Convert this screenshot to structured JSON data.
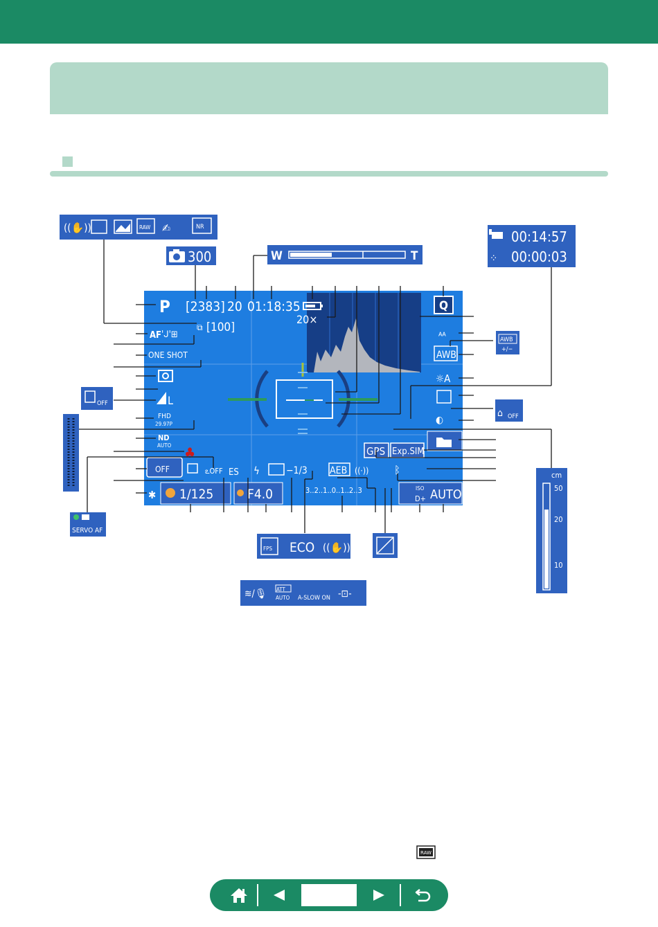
{
  "colors": {
    "brand": "#1b8a64",
    "title_band": "#b3d9c9",
    "screen": "#1e7de0",
    "icon_panel": "#2f62bf",
    "text_white": "#ffffff"
  },
  "nav": {
    "home_icon": "home-icon",
    "prev_icon": "triangle-left-icon",
    "next_icon": "triangle-right-icon",
    "back_icon": "return-arrow-icon",
    "page_number": ""
  },
  "overlay": {
    "mode": "P",
    "shots_remaining": "[2383]",
    "max_burst": "20",
    "movie_time_remaining": "01:18:35",
    "zoom": "20×",
    "folder_shots": "[100]",
    "af_method": "AF",
    "af_operation": "ONE SHOT",
    "movie_size": "FHD",
    "frame_rate": "29.97P",
    "nd_filter": "ND",
    "nd_filter_sub": "AUTO",
    "shutter": "1/125",
    "aperture": "F4.0",
    "exposure_comp": "−1/3",
    "exposure_scale": "3..2..1..0..1..2..3",
    "aeb": "AEB",
    "gps": "GPS",
    "exp_sim": "Exp.SIM",
    "iso_label": "ISO",
    "iso_value": "AUTO",
    "quick_button": "Q",
    "wb": "AWB",
    "es": "ES",
    "off_label": "OFF",
    "highlight_icon": "D+"
  },
  "callouts": {
    "top_icon_strip": [
      "stabilizer-icon",
      "auto-scene-icon",
      "picture-style-icon",
      "raw-icon",
      "touch-shutter-icon",
      "nr-icon"
    ],
    "shots_panel": "300",
    "zoom_bar_wide": "W",
    "zoom_bar_tele": "T",
    "movie_elapsed": "00:14:57",
    "interval_time": "00:00:03",
    "wb_corr_line1": "AWB",
    "wb_corr_line2": "+/−",
    "servo_af": "SERVO AF",
    "eco_panel_fps": "FPS",
    "eco_panel_eco": "ECO",
    "audio_strip_att": "ATT",
    "audio_strip_auto": "AUTO",
    "audio_strip_slow": "A-SLOW ON",
    "focus_scale_unit": "cm",
    "focus_scale_ticks": [
      "50",
      "20",
      "10"
    ],
    "off_small": "OFF"
  }
}
